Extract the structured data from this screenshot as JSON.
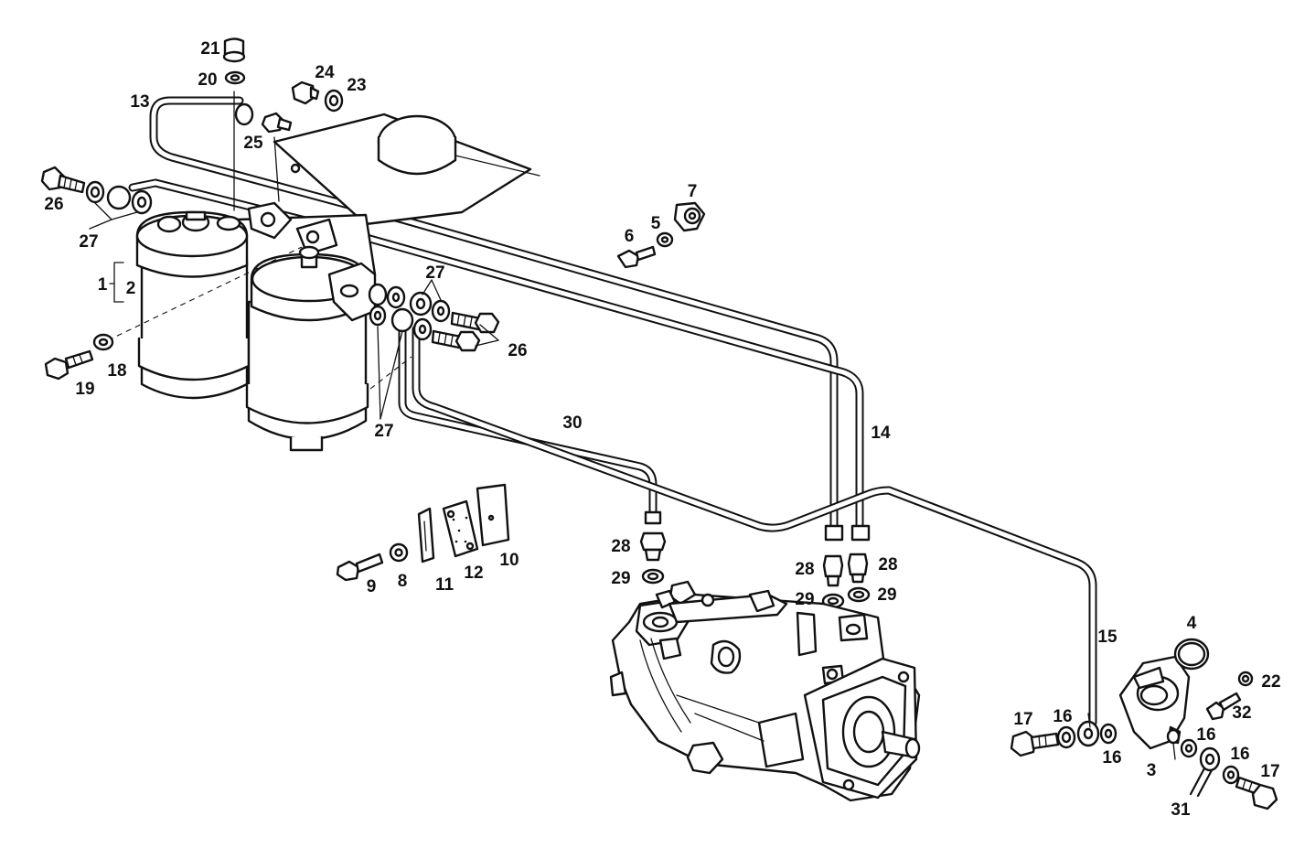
{
  "callouts": [
    {
      "id": "c1",
      "text": "1"
    },
    {
      "id": "c2",
      "text": "2"
    },
    {
      "id": "c3",
      "text": "3"
    },
    {
      "id": "c4",
      "text": "4"
    },
    {
      "id": "c5",
      "text": "5"
    },
    {
      "id": "c6",
      "text": "6"
    },
    {
      "id": "c7",
      "text": "7"
    },
    {
      "id": "c8",
      "text": "8"
    },
    {
      "id": "c9",
      "text": "9"
    },
    {
      "id": "c10",
      "text": "10"
    },
    {
      "id": "c11",
      "text": "11"
    },
    {
      "id": "c12",
      "text": "12"
    },
    {
      "id": "c13",
      "text": "13"
    },
    {
      "id": "c14",
      "text": "14"
    },
    {
      "id": "c15",
      "text": "15"
    },
    {
      "id": "c16a",
      "text": "16"
    },
    {
      "id": "c16b",
      "text": "16"
    },
    {
      "id": "c16c",
      "text": "16"
    },
    {
      "id": "c16d",
      "text": "16"
    },
    {
      "id": "c17a",
      "text": "17"
    },
    {
      "id": "c17b",
      "text": "17"
    },
    {
      "id": "c18",
      "text": "18"
    },
    {
      "id": "c19",
      "text": "19"
    },
    {
      "id": "c20",
      "text": "20"
    },
    {
      "id": "c21",
      "text": "21"
    },
    {
      "id": "c22",
      "text": "22"
    },
    {
      "id": "c23",
      "text": "23"
    },
    {
      "id": "c24",
      "text": "24"
    },
    {
      "id": "c25",
      "text": "25"
    },
    {
      "id": "c26a",
      "text": "26"
    },
    {
      "id": "c26b",
      "text": "26"
    },
    {
      "id": "c27a",
      "text": "27"
    },
    {
      "id": "c27b",
      "text": "27"
    },
    {
      "id": "c27c",
      "text": "27"
    },
    {
      "id": "c28a",
      "text": "28"
    },
    {
      "id": "c28b",
      "text": "28"
    },
    {
      "id": "c28c",
      "text": "28"
    },
    {
      "id": "c29a",
      "text": "29"
    },
    {
      "id": "c29b",
      "text": "29"
    },
    {
      "id": "c29c",
      "text": "29"
    },
    {
      "id": "c30",
      "text": "30"
    },
    {
      "id": "c31",
      "text": "31"
    },
    {
      "id": "c32",
      "text": "32"
    }
  ]
}
